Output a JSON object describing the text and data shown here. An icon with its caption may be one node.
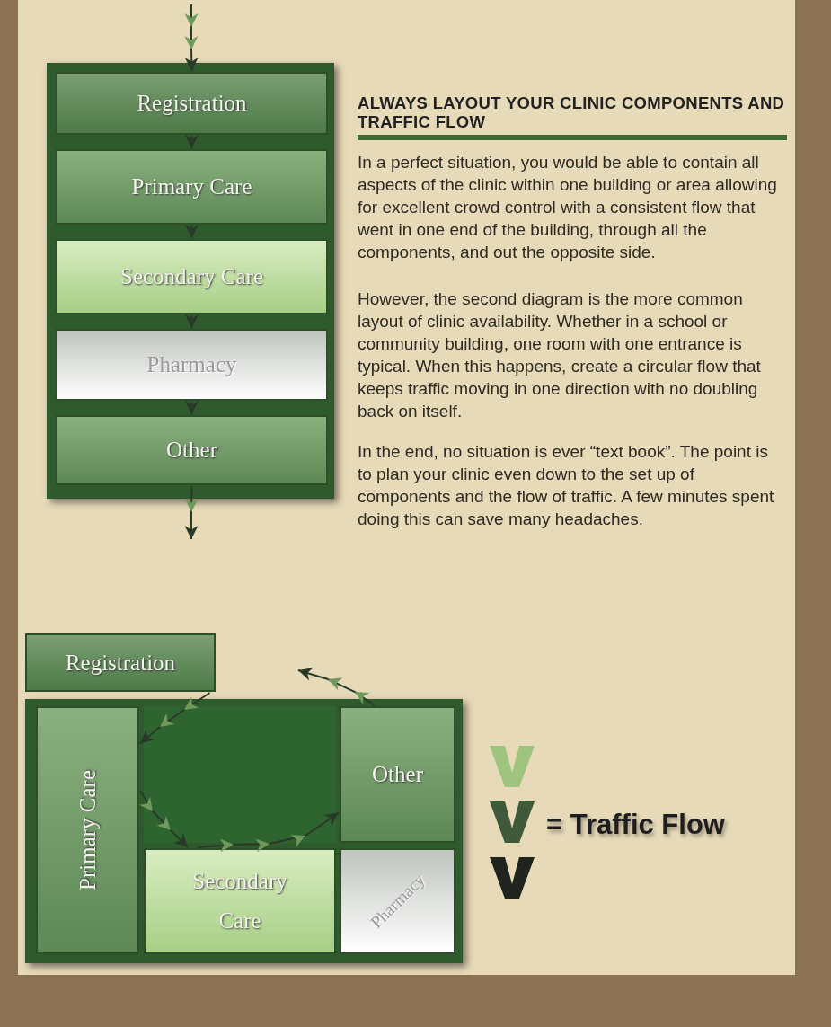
{
  "diagram": {
    "title": "ALWAYS LAYOUT YOUR CLINIC COMPONENTS AND TRAFFIC FLOW",
    "nodes": [
      {
        "text": [
          "Registration"
        ]
      },
      {
        "text": [
          "Primary Care"
        ]
      },
      {
        "text": [
          "Secondary Care"
        ]
      },
      {
        "text": [
          "Pharmacy"
        ]
      },
      {
        "text": [
          "Other"
        ]
      },
      {
        "text": [
          "Registration"
        ]
      },
      {
        "text": [
          "Primary Care"
        ]
      },
      {
        "text": [
          "Secondary Care"
        ]
      },
      {
        "text": [
          "Pharmacy"
        ]
      },
      {
        "text": [
          "Other"
        ]
      }
    ],
    "edges": [
      {
        "from": null,
        "to": 0,
        "arrow": "to"
      },
      {
        "from": 0,
        "to": 1,
        "arrow": "to"
      },
      {
        "from": 1,
        "to": 2,
        "arrow": "to"
      },
      {
        "from": 2,
        "to": 3,
        "arrow": "to"
      },
      {
        "from": 3,
        "to": 4,
        "arrow": "to"
      },
      {
        "from": 4,
        "to": null,
        "arrow": "to"
      },
      {
        "from": 5,
        "to": 6,
        "arrow": "to"
      },
      {
        "from": 6,
        "to": 7,
        "arrow": "to"
      },
      {
        "from": 7,
        "to": 9,
        "arrow": "to"
      },
      {
        "from": 9,
        "to": null,
        "arrow": "to"
      }
    ],
    "labels": [
      "In a perfect situation, you would be able to contain all aspects of the clinic within one building or area allowing for excellent crowd control with a consistent flow that went in one end of the building, through all the components, and out the opposite side.",
      "However, the second diagram is the more common layout of clinic availability. Whether in a school or community building, one room with one entrance is typical.  When this happens, create a circular flow that keeps traffic moving in one direction with no doubling back on itself.",
      "In the end, no situation is ever “text book”. The point is to plan your clinic even down to the set up of components and the flow of traffic.  A few minutes spent doing this can save many headaches."
    ],
    "legend": [
      {
        "text": "= Traffic Flow"
      }
    ]
  }
}
